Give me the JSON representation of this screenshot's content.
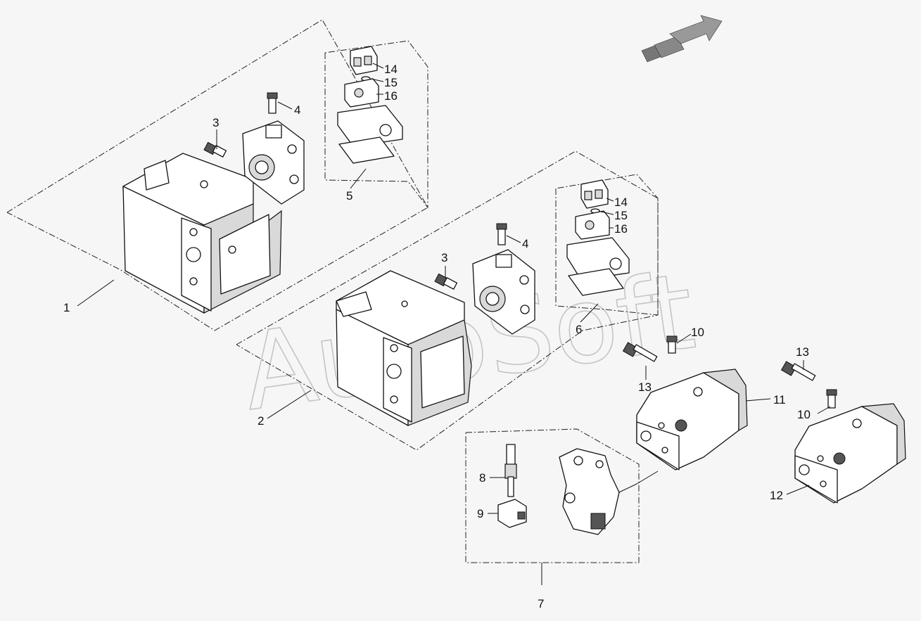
{
  "watermark": "AutoSoft",
  "direction_arrow": {
    "icon": "forward-arrow-icon"
  },
  "callouts": [
    {
      "id": "1",
      "text": "1"
    },
    {
      "id": "2",
      "text": "2"
    },
    {
      "id": "3a",
      "text": "3"
    },
    {
      "id": "4a",
      "text": "4"
    },
    {
      "id": "5",
      "text": "5"
    },
    {
      "id": "14a",
      "text": "14"
    },
    {
      "id": "15a",
      "text": "15"
    },
    {
      "id": "16a",
      "text": "16"
    },
    {
      "id": "3b",
      "text": "3"
    },
    {
      "id": "4b",
      "text": "4"
    },
    {
      "id": "6",
      "text": "6"
    },
    {
      "id": "14b",
      "text": "14"
    },
    {
      "id": "15b",
      "text": "15"
    },
    {
      "id": "16b",
      "text": "16"
    },
    {
      "id": "10a",
      "text": "10"
    },
    {
      "id": "13a",
      "text": "13"
    },
    {
      "id": "11",
      "text": "11"
    },
    {
      "id": "13b",
      "text": "13"
    },
    {
      "id": "10b",
      "text": "10"
    },
    {
      "id": "12",
      "text": "12"
    },
    {
      "id": "8",
      "text": "8"
    },
    {
      "id": "9",
      "text": "9"
    },
    {
      "id": "7",
      "text": "7"
    }
  ]
}
